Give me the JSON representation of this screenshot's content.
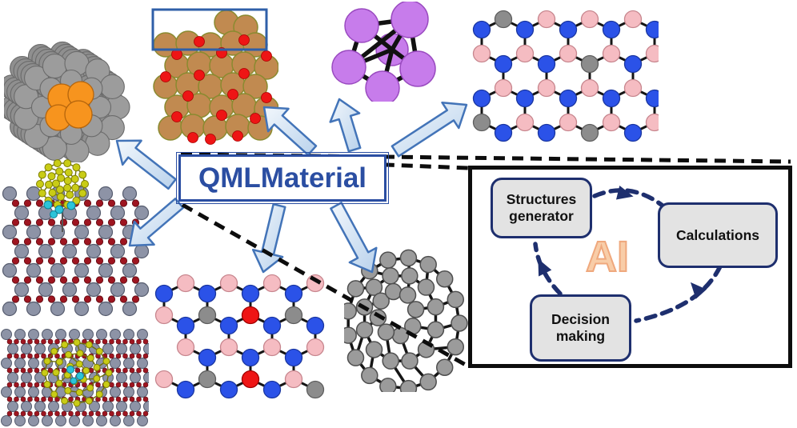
{
  "center": {
    "title": "QMLMaterial"
  },
  "ai_panel": {
    "ai_label": "AI",
    "boxes": [
      {
        "label": "Structures generator"
      },
      {
        "label": "Calculations"
      },
      {
        "label": "Decision making"
      }
    ]
  },
  "icons": {
    "top_left": "carbon-nanotube-cross-section-icon",
    "top_center": "copper-oxide-cluster-icon",
    "top_middle": "purple-atom-cluster-icon",
    "top_right": "hexagonal-nitride-sheet-icon",
    "mid_left": "fullerene-on-oxide-surface-icon",
    "bottom_left": "fullerene-embedded-in-crystal-icon",
    "bottom_center": "molecular-sheet-icon",
    "bottom_middle": "carbon-fullerene-cage-icon"
  },
  "colors": {
    "title_blue": "#2B4EA2",
    "panel_border": "#0D0D0D",
    "workflow_navy": "#1E2F6E",
    "workflow_box_fill": "#E3E3E3",
    "ai_peach": "#F8CDA8",
    "ai_peach_outline": "#EFA87D",
    "block_arrow_fill_light": "#F2F7FC",
    "block_arrow_fill_dark": "#B9D2EC",
    "block_arrow_stroke": "#4374B8",
    "dashed_line": "#0D0D0D",
    "atom_gray": "#9A9A9A",
    "atom_orange": "#F7941E",
    "atom_copper": "#C18A50",
    "atom_red": "#EE1515",
    "atom_purple": "#C77CEB",
    "atom_pink": "#F5BCC2",
    "atom_blue": "#2B52E8",
    "atom_carbon_gray": "#8C8C8C",
    "atom_yellow": "#C9CC16",
    "atom_cyan": "#2BC4D9",
    "atom_slab_gray": "#8D93A6",
    "atom_dark_red": "#9E1520",
    "highlight_rect_blue": "#2F5FA8"
  }
}
